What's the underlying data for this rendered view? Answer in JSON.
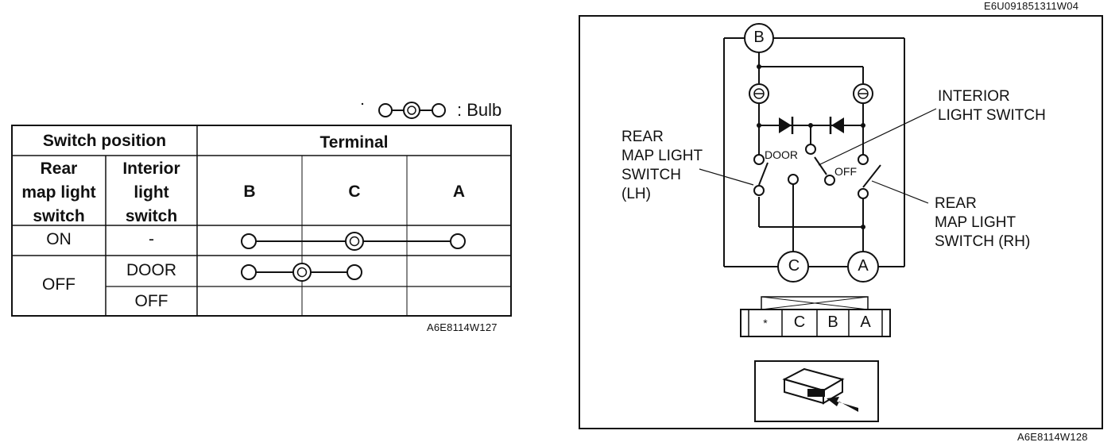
{
  "left_figure": {
    "legend": {
      "label": ": Bulb"
    },
    "table": {
      "header_switch_position": "Switch position",
      "header_terminal": "Terminal",
      "col_rear_map_light_switch": [
        "Rear",
        "map light",
        "switch"
      ],
      "col_interior_light_switch": [
        "Interior",
        "light",
        "switch"
      ],
      "terminals": [
        "B",
        "C",
        "A"
      ],
      "row_on": {
        "rear": "ON",
        "interior": "-"
      },
      "row_off": {
        "rear": "OFF",
        "interior_door": "DOOR",
        "interior_off": "OFF"
      }
    },
    "figure_code": "A6E8114W127"
  },
  "right_figure": {
    "top_code": "E6U091851311W04",
    "terminals": {
      "b": "B",
      "c": "C",
      "a": "A"
    },
    "labels": {
      "rear_map_lh": [
        "REAR",
        "MAP LIGHT",
        "SWITCH",
        "(LH)"
      ],
      "interior_light_switch": [
        "INTERIOR",
        "LIGHT SWITCH"
      ],
      "rear_map_rh": [
        "REAR",
        "MAP LIGHT",
        "SWITCH (RH)"
      ],
      "door": "DOOR",
      "off": "OFF"
    },
    "connector": {
      "star": "*",
      "pins": [
        "C",
        "B",
        "A"
      ]
    },
    "figure_code": "A6E8114W128"
  }
}
